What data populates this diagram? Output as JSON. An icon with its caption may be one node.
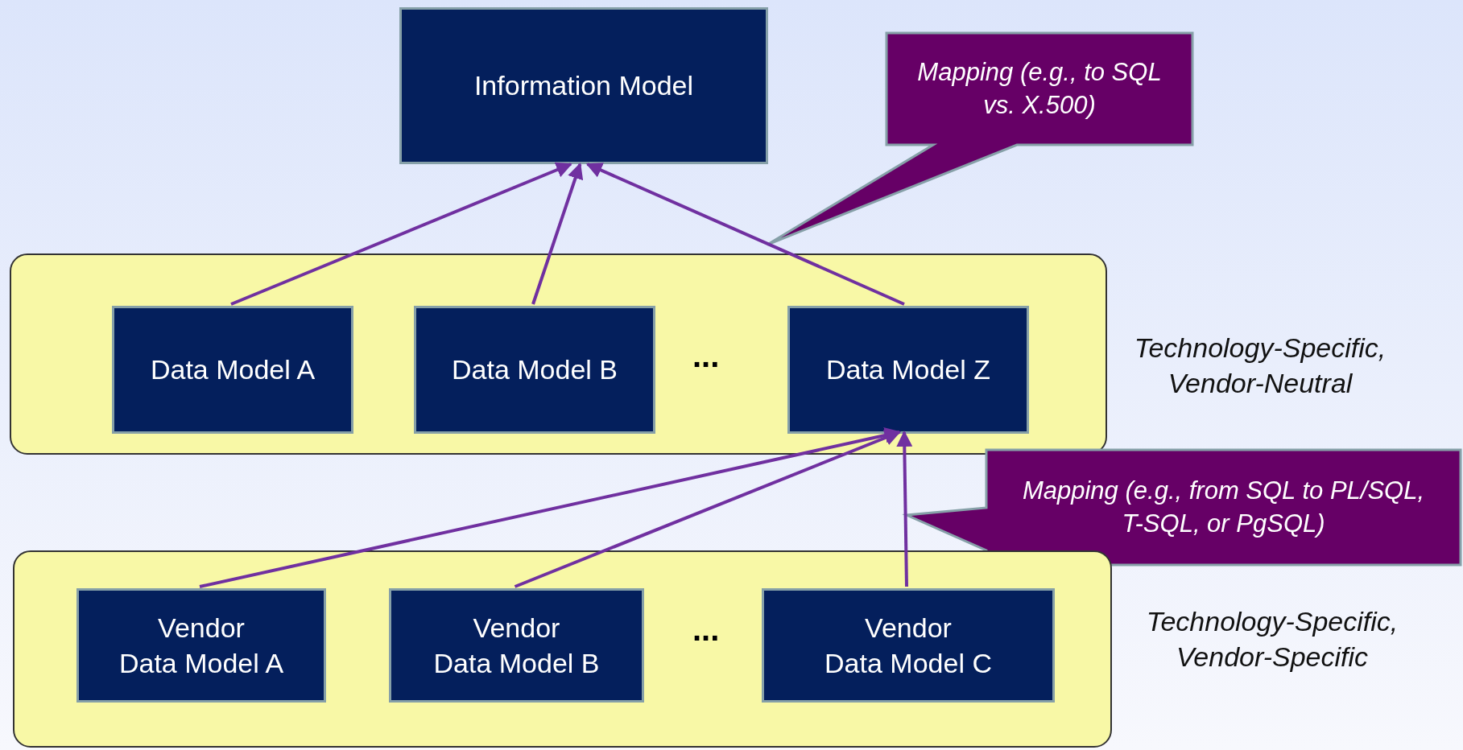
{
  "diagram": {
    "nodes": [
      {
        "text": [
          "Information Model"
        ]
      },
      {
        "text": [
          "Mapping (e.g., to SQL vs. X.500)"
        ]
      },
      {
        "text": [],
        "shape": "box",
        "beside": [
          "Technology-Specific, Vendor-Neutral"
        ]
      },
      {
        "text": [
          "Data Model A"
        ],
        "in": 2
      },
      {
        "text": [
          "Data Model B"
        ],
        "in": 2
      },
      {
        "text": [
          "Data Model Z"
        ],
        "in": 2
      },
      {
        "text": [
          "Mapping (e.g., from SQL to PL/SQL, T-SQL, or PgSQL)"
        ]
      },
      {
        "text": [],
        "shape": "box",
        "beside": [
          "Technology-Specific, Vendor-Specific"
        ]
      },
      {
        "text": [
          "Vendor Data Model A"
        ],
        "in": 7
      },
      {
        "text": [
          "Vendor Data Model B"
        ],
        "in": 7
      },
      {
        "text": [
          "Vendor Data Model C"
        ],
        "in": 7
      }
    ],
    "edges": [
      {
        "from": 3,
        "to": 0,
        "arrow": "to"
      },
      {
        "from": 4,
        "to": 0,
        "arrow": "to"
      },
      {
        "from": 5,
        "to": 0,
        "arrow": "to"
      },
      {
        "from": 8,
        "to": 5,
        "arrow": "to"
      },
      {
        "from": 9,
        "to": 5,
        "arrow": "to"
      },
      {
        "from": 10,
        "to": 5,
        "arrow": "to"
      }
    ],
    "labels": [
      "...",
      "..."
    ]
  }
}
